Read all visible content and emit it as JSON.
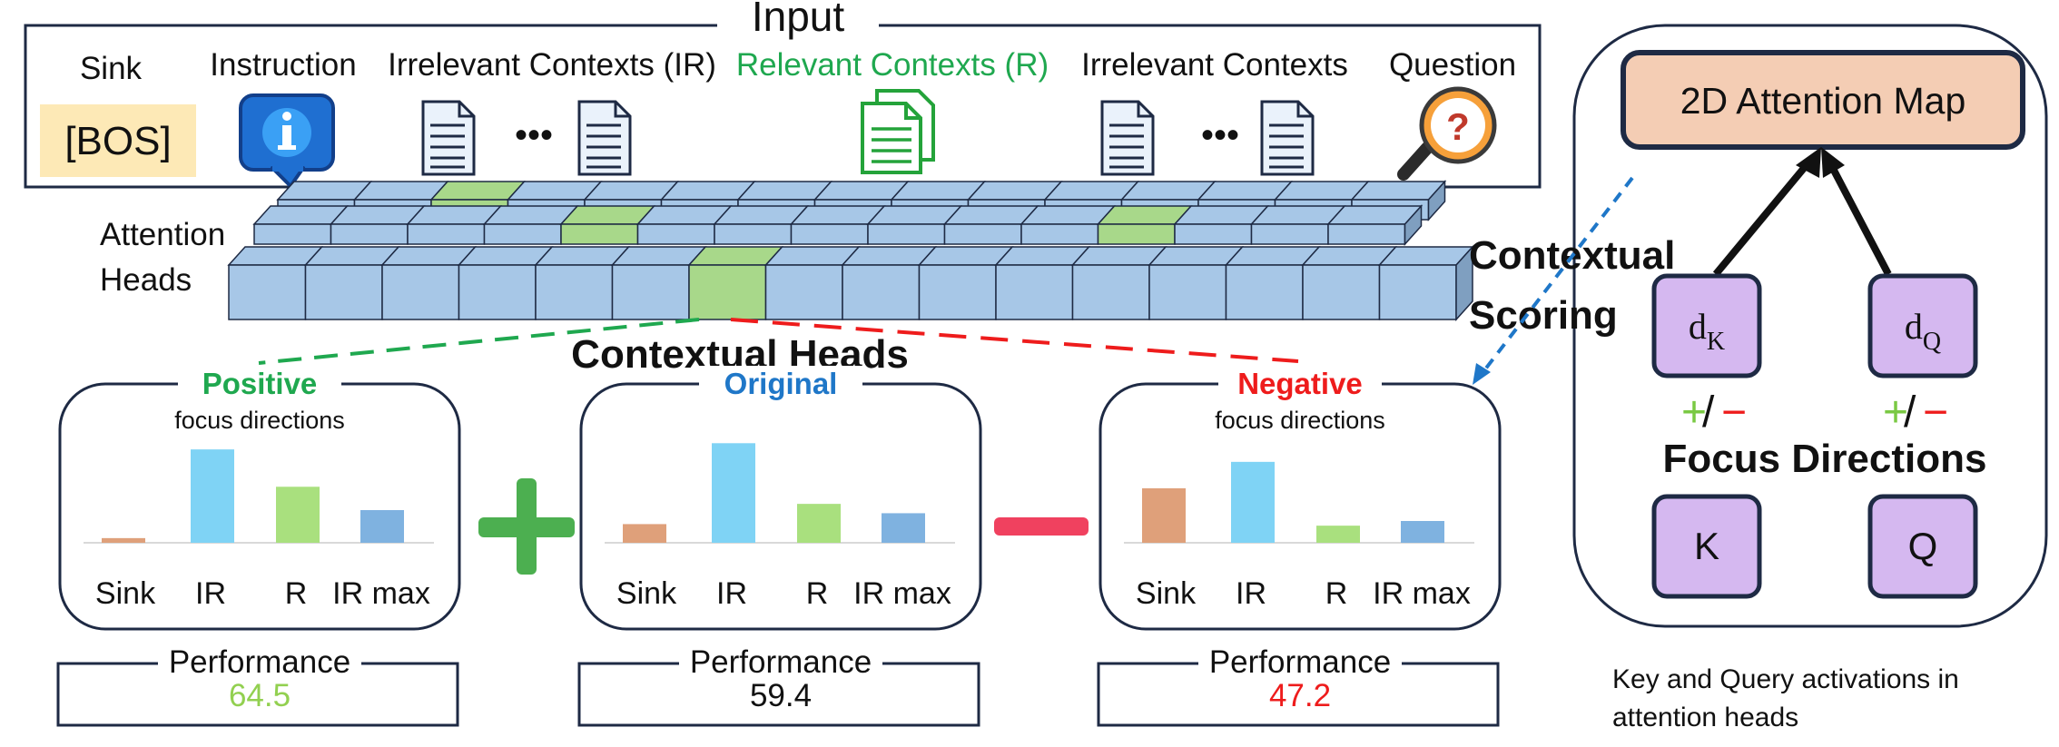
{
  "input": {
    "title": "Input",
    "segments": [
      {
        "key": "sink",
        "label": "Sink"
      },
      {
        "key": "instruction",
        "label": "Instruction"
      },
      {
        "key": "ir",
        "label": "Irrelevant Contexts (IR)"
      },
      {
        "key": "r",
        "label": "Relevant Contexts (R)"
      },
      {
        "key": "ir2",
        "label": "Irrelevant Contexts"
      },
      {
        "key": "question",
        "label": "Question"
      }
    ],
    "bos_token": "[BOS]",
    "ellipsis": "•••"
  },
  "heads": {
    "label_line1": "Attention",
    "label_line2": "Heads",
    "contextual_heads_label": "Contextual Heads",
    "rows": 3,
    "cols": 16
  },
  "panels": [
    {
      "key": "positive",
      "title": "Positive",
      "subtitle": "focus directions",
      "title_color": "#1fa84f",
      "categories": [
        "Sink",
        "IR",
        "R",
        "IR max"
      ],
      "values": [
        3,
        60,
        36,
        21
      ],
      "perf_label": "Performance",
      "perf_value": "64.5",
      "perf_color": "#92d050"
    },
    {
      "key": "original",
      "title": "Original",
      "subtitle": "",
      "title_color": "#1f77c8",
      "categories": [
        "Sink",
        "IR",
        "R",
        "IR max"
      ],
      "values": [
        12,
        64,
        25,
        19
      ],
      "perf_label": "Performance",
      "perf_value": "59.4",
      "perf_color": "#111111"
    },
    {
      "key": "negative",
      "title": "Negative",
      "subtitle": "focus directions",
      "title_color": "#ee1c1c",
      "categories": [
        "Sink",
        "IR",
        "R",
        "IR max"
      ],
      "values": [
        35,
        52,
        11,
        14
      ],
      "perf_label": "Performance",
      "perf_value": "47.2",
      "perf_color": "#ee1c1c"
    }
  ],
  "bar_colors": [
    "#dfa07a",
    "#7fd3f5",
    "#a9e07e",
    "#7fb2e0"
  ],
  "operators": {
    "plus_color": "#4caf50",
    "minus_color": "#f0415f"
  },
  "right_panel": {
    "attention_map": "2D Attention Map",
    "contextual_scoring_line1": "Contextual",
    "contextual_scoring_line2": "Scoring",
    "dk": "d",
    "dk_sub": "K",
    "dq": "d",
    "dq_sub": "Q",
    "plus": "+",
    "slash": "/",
    "minus": "−",
    "focus_directions": "Focus Directions",
    "k": "K",
    "q": "Q",
    "caption_line1": "Key and Query activations in",
    "caption_line2": "attention heads"
  },
  "colors": {
    "green_text": "#1fa84f",
    "blue_arrow": "#1f77c8",
    "red_dash": "#ee1c1c",
    "attention_map_fill": "#f4cdb4",
    "node_fill": "#d5b8f0",
    "node_border": "#1e2a44",
    "bos_fill": "#fde9b6",
    "head_fill": "#a7c7e7",
    "head_highlight": "#a8d88a",
    "head_border": "#1e2a44"
  }
}
